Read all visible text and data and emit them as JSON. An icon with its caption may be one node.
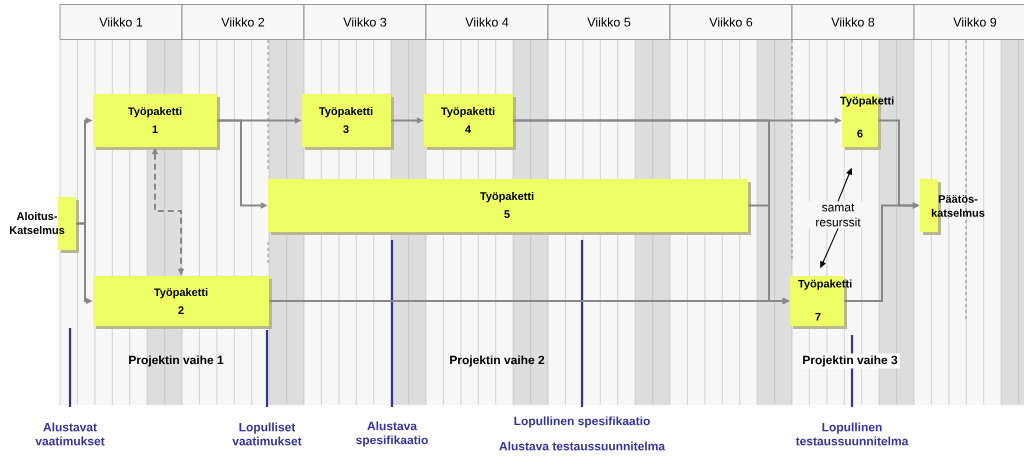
{
  "diagram": {
    "nodes": [
      {
        "text": [
          "Aloitus- Katselmus"
        ]
      },
      {
        "text": [
          "Työpaketti 1"
        ]
      },
      {
        "text": [
          "Työpaketti 2"
        ]
      },
      {
        "text": [
          "Työpaketti 3"
        ]
      },
      {
        "text": [
          "Työpaketti 4"
        ]
      },
      {
        "text": [
          "Työpaketti 5"
        ]
      },
      {
        "text": [
          "Työpaketti 6"
        ]
      },
      {
        "text": [
          "Työpaketti 7"
        ]
      },
      {
        "text": [
          "Päätös- katselmus"
        ]
      },
      {
        "text": [
          "samat resurssit"
        ]
      }
    ],
    "edges": [
      {
        "from": 0,
        "to": 1,
        "arrow": "to"
      },
      {
        "from": 0,
        "to": 2,
        "arrow": "to"
      },
      {
        "from": 1,
        "to": 3,
        "arrow": "to"
      },
      {
        "from": 1,
        "to": 5,
        "arrow": "to"
      },
      {
        "from": 1,
        "to": 2,
        "arrow": "both",
        "style": "dashed"
      },
      {
        "from": 3,
        "to": 4,
        "arrow": "to"
      },
      {
        "from": 4,
        "to": 6,
        "arrow": "to"
      },
      {
        "from": 4,
        "to": 7,
        "arrow": "to"
      },
      {
        "from": 2,
        "to": 7,
        "arrow": "to"
      },
      {
        "from": 5,
        "to": 7,
        "arrow": "to"
      },
      {
        "from": 6,
        "to": 8,
        "arrow": "to"
      },
      {
        "from": 7,
        "to": 8,
        "arrow": "to"
      },
      {
        "from": 9,
        "to": 6,
        "arrow": "to",
        "color": "#000000"
      },
      {
        "from": 9,
        "to": 7,
        "arrow": "to",
        "color": "#000000"
      }
    ],
    "labels": [
      "Viikko 1",
      "Viikko 2",
      "Viikko 3",
      "Viikko 4",
      "Viikko 5",
      "Viikko 6",
      "Viikko 8",
      "Viikko 9",
      "Projektin vaihe 1",
      "Projektin vaihe 2",
      "Projektin vaihe 3",
      "Alustavat vaatimukset",
      "Lopulliset vaatimukset",
      "Alustava spesifikaatio",
      "Lopullinen spesifikaatio",
      "Alustava testaussuunnitelma",
      "Lopullinen testaussuunnitelma"
    ]
  }
}
